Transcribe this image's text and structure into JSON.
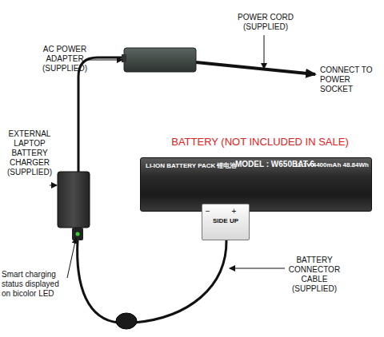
{
  "diagram": {
    "nodes": [
      {
        "text": [
          "LI-ION BATTERY PACK 锂电池",
          "MODEL : W650BAT-6",
          "11.1V 4400mAh 48.84Wh"
        ]
      },
      {
        "text": [
          "− +",
          "SIDE UP"
        ]
      }
    ],
    "labels": [
      "POWER CORD (SUPPLIED)",
      "AC POWER ADAPTER (SUPPLIED)",
      "CONNECT TO POWER SOCKET",
      "EXTERNAL LAPTOP BATTERY CHARGER (SUPPLIED)",
      "BATTERY (NOT INCLUDED IN SALE)",
      "BATTERY CONNECTOR CABLE (SUPPLIED)",
      "Smart charging status displayed on bicolor LED"
    ]
  }
}
